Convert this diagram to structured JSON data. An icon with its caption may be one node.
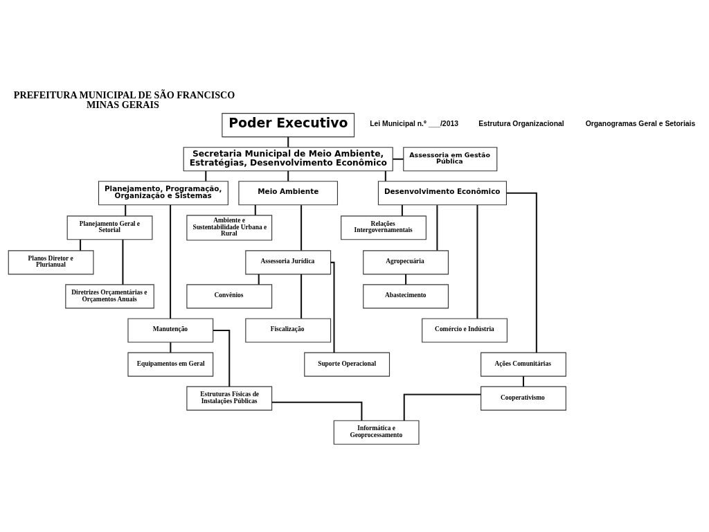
{
  "diagram": {
    "title": "PREFEITURA MUNICIPAL DE SÃO FRANCISCO MINAS GERAIS",
    "nodes": [
      {
        "text": [
          "Poder Executivo"
        ]
      },
      {
        "text": [
          "Secretaria Municipal de Meio Ambiente, Estratégias, Desenvolvimento Econômico"
        ]
      },
      {
        "text": [
          "Assessoria em Gestão Pública"
        ]
      },
      {
        "text": [
          "Planejamento, Programação, Organização e Sistemas"
        ]
      },
      {
        "text": [
          "Planejamento Geral e Setorial"
        ]
      },
      {
        "text": [
          "Planos Diretor e Plurianual"
        ]
      },
      {
        "text": [
          "Diretrizes Orçamentárias e Orçamentos Anuais"
        ]
      },
      {
        "text": [
          "Manutenção"
        ]
      },
      {
        "text": [
          "Equipamentos em Geral"
        ]
      },
      {
        "text": [
          "Estruturas Físicas de Instalações Públicas"
        ]
      },
      {
        "text": [
          "Meio Ambiente"
        ]
      },
      {
        "text": [
          "Ambiente e Sustentabilidade Urbana e Rural"
        ]
      },
      {
        "text": [
          "Assessoria Jurídica"
        ]
      },
      {
        "text": [
          "Convênios"
        ]
      },
      {
        "text": [
          "Fiscalização"
        ]
      },
      {
        "text": [
          "Suporte Operacional"
        ]
      },
      {
        "text": [
          "Desenvolvimento Econômico"
        ]
      },
      {
        "text": [
          "Relações Intergovernamentais"
        ]
      },
      {
        "text": [
          "Agropecuária"
        ]
      },
      {
        "text": [
          "Abastecimento"
        ]
      },
      {
        "text": [
          "Comércio e Indústria"
        ]
      },
      {
        "text": [
          "Ações Comunitárias"
        ]
      },
      {
        "text": [
          "Cooperativismo"
        ]
      },
      {
        "text": [
          "Informática e Geoprocessamento"
        ]
      }
    ],
    "edges": [
      {
        "from": 0,
        "to": 1,
        "arrow": "none"
      },
      {
        "from": 1,
        "to": 2,
        "arrow": "none"
      },
      {
        "from": 1,
        "to": 3,
        "arrow": "none"
      },
      {
        "from": 1,
        "to": 10,
        "arrow": "none"
      },
      {
        "from": 1,
        "to": 16,
        "arrow": "none"
      },
      {
        "from": 3,
        "to": 4,
        "arrow": "none"
      },
      {
        "from": 4,
        "to": 5,
        "arrow": "none"
      },
      {
        "from": 4,
        "to": 6,
        "arrow": "none"
      },
      {
        "from": 3,
        "to": 7,
        "arrow": "none"
      },
      {
        "from": 7,
        "to": 8,
        "arrow": "none"
      },
      {
        "from": 7,
        "to": 9,
        "arrow": "none"
      },
      {
        "from": 10,
        "to": 11,
        "arrow": "none"
      },
      {
        "from": 10,
        "to": 12,
        "arrow": "none"
      },
      {
        "from": 12,
        "to": 13,
        "arrow": "none"
      },
      {
        "from": 12,
        "to": 14,
        "arrow": "none"
      },
      {
        "from": 12,
        "to": 15,
        "arrow": "none"
      },
      {
        "from": 16,
        "to": 17,
        "arrow": "none"
      },
      {
        "from": 16,
        "to": 18,
        "arrow": "none"
      },
      {
        "from": 18,
        "to": 19,
        "arrow": "none"
      },
      {
        "from": 16,
        "to": 20,
        "arrow": "none"
      },
      {
        "from": 16,
        "to": 21,
        "arrow": "none"
      },
      {
        "from": 21,
        "to": 22,
        "arrow": "none"
      },
      {
        "from": 9,
        "to": 23,
        "arrow": "none"
      },
      {
        "from": 22,
        "to": 23,
        "arrow": "none"
      }
    ],
    "labels": [
      "Lei Municipal n.º ___/2013",
      "Estrutura Organizacional",
      "Organogramas Geral e Setoriais"
    ]
  }
}
